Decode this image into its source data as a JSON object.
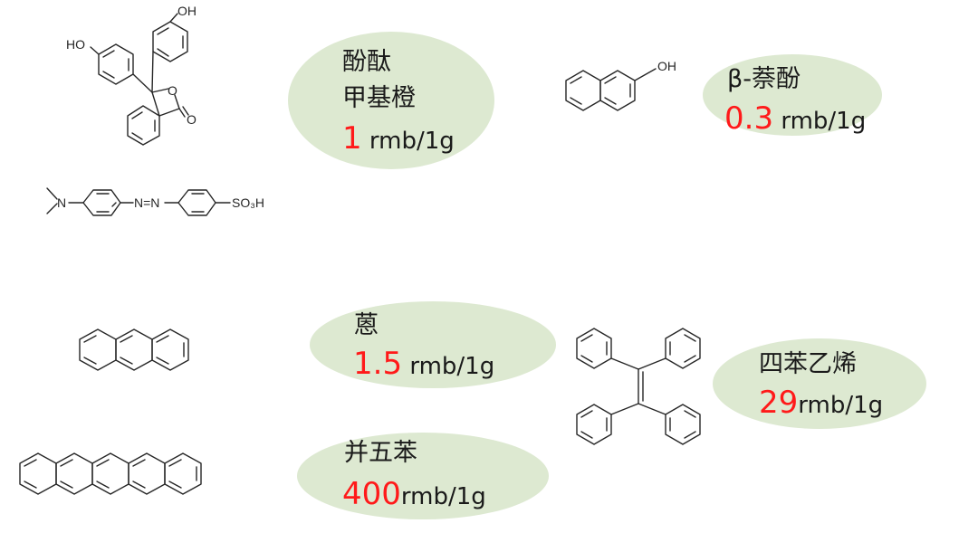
{
  "molecules": [
    {
      "id": "phenolphthalein",
      "labels": [
        "HO",
        "OH",
        "O",
        "O"
      ]
    },
    {
      "id": "methyl-orange",
      "labels": [
        "N",
        "N=N",
        "SO₃H"
      ]
    },
    {
      "id": "2-naphthol",
      "labels": [
        "OH"
      ]
    },
    {
      "id": "anthracene",
      "labels": []
    },
    {
      "id": "pentacene",
      "labels": []
    },
    {
      "id": "tetraphenylethylene",
      "labels": []
    }
  ],
  "cards": [
    {
      "lines": [
        "酚酞",
        "甲基橙"
      ],
      "number": "1",
      "unit": " rmb/1g"
    },
    {
      "lines": [
        "β-萘酚"
      ],
      "number": "0.3",
      "unit": " rmb/1g"
    },
    {
      "lines": [
        "蒽"
      ],
      "number": "1.5",
      "unit": " rmb/1g"
    },
    {
      "lines": [
        "四苯乙烯"
      ],
      "number": "29",
      "unit": "rmb/1g"
    },
    {
      "lines": [
        "并五苯"
      ],
      "number": "400",
      "unit": "rmb/1g"
    }
  ],
  "colors": {
    "bubble": "#dde9d1",
    "price_number": "#ff1a1a",
    "text": "#1a1a1a",
    "bond": "#262626"
  }
}
